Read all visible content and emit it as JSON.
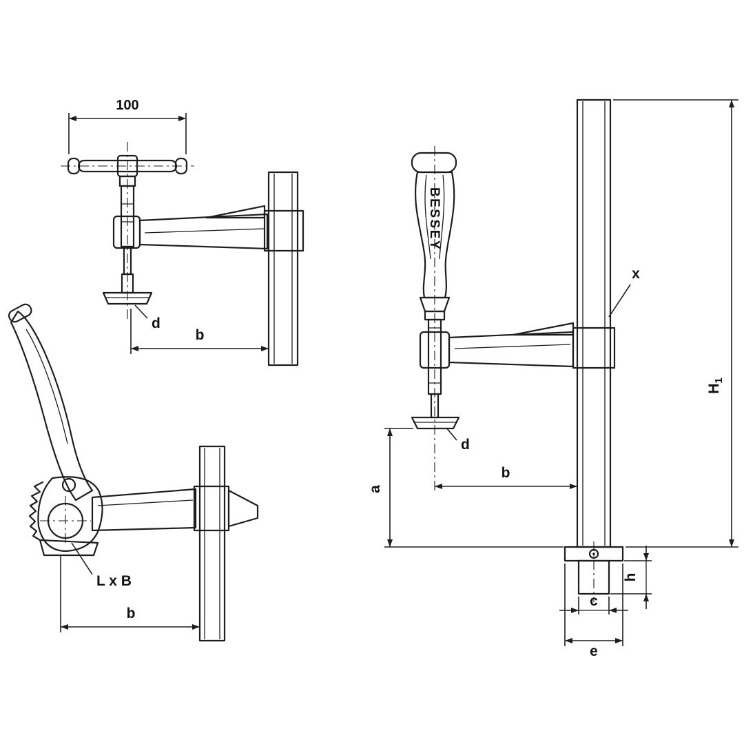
{
  "colors": {
    "line": "#1d1d1f",
    "text": "#111111",
    "background": "#ffffff"
  },
  "views": {
    "top_left_clamp": {
      "dim_width": "100",
      "label_pad": "d",
      "dim_reach": "b"
    },
    "lever_clamp": {
      "label_rail_size": "L x B",
      "dim_reach": "b"
    },
    "main_clamp": {
      "brand": "BESSEY",
      "label_rail": "x",
      "label_pad": "d",
      "dim_opening": "a",
      "dim_reach": "b",
      "dim_height_main": "H",
      "dim_height_sub": "1",
      "dim_foot_height": "h",
      "dim_foot_width_inner": "c",
      "dim_foot_width_outer": "e"
    }
  }
}
